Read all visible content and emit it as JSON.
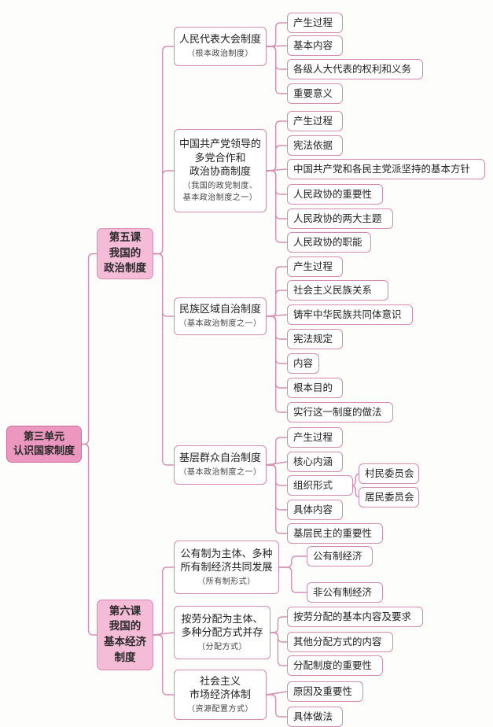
{
  "root": {
    "lines": [
      "第三单元",
      "认识国家制度"
    ]
  },
  "lessons": [
    {
      "lines": [
        "第五课",
        "我国的",
        "政治制度"
      ]
    },
    {
      "lines": [
        "第六课",
        "我国的",
        "基本经济",
        "制度"
      ]
    }
  ],
  "topics": [
    {
      "title_lines": [
        "人民代表大会制度"
      ],
      "sub_lines": [
        "（根本政治制度）"
      ],
      "items": [
        "产生过程",
        "基本内容",
        "各级人大代表的权利和义务",
        "重要意义"
      ]
    },
    {
      "title_lines": [
        "中国共产党领导的",
        "多党合作和",
        "政治协商制度"
      ],
      "sub_lines": [
        "（我国的政党制度、",
        "基本政治制度之一）"
      ],
      "items": [
        "产生过程",
        "宪法依据",
        "中国共产党和各民主党派坚持的基本方针",
        "人民政协的重要性",
        "人民政协的两大主题",
        "人民政协的职能"
      ]
    },
    {
      "title_lines": [
        "民族区域自治制度"
      ],
      "sub_lines": [
        "（基本政治制度之一）"
      ],
      "items": [
        "产生过程",
        "社会主义民族关系",
        "铸牢中华民族共同体意识",
        "宪法规定",
        "内容",
        "根本目的",
        "实行这一制度的做法"
      ]
    },
    {
      "title_lines": [
        "基层群众自治制度"
      ],
      "sub_lines": [
        "（基本政治制度之一）"
      ],
      "items": [
        "产生过程",
        "核心内涵",
        "组织形式",
        "具体内容",
        "基层民主的重要性"
      ],
      "sub_items": [
        "村民委员会",
        "居民委员会"
      ]
    },
    {
      "title_lines": [
        "公有制为主体、多种",
        "所有制经济共同发展"
      ],
      "sub_lines": [
        "（所有制形式）"
      ],
      "items": [
        "公有制经济",
        "非公有制经济"
      ]
    },
    {
      "title_lines": [
        "按劳分配为主体、",
        "多种分配方式并存"
      ],
      "sub_lines": [
        "（分配方式）"
      ],
      "items": [
        "按劳分配的基本内容及要求",
        "其他分配方式的内容",
        "分配制度的重要性"
      ]
    },
    {
      "title_lines": [
        "社会主义",
        "市场经济体制"
      ],
      "sub_lines": [
        "（资源配置方式）"
      ],
      "items": [
        "原因及重要性",
        "具体做法"
      ]
    }
  ],
  "colors": {
    "line": "#d68fb3",
    "border": "#d489ae",
    "root_fill": "#ec97bf",
    "lesson_fill": "#f5bcd8"
  }
}
